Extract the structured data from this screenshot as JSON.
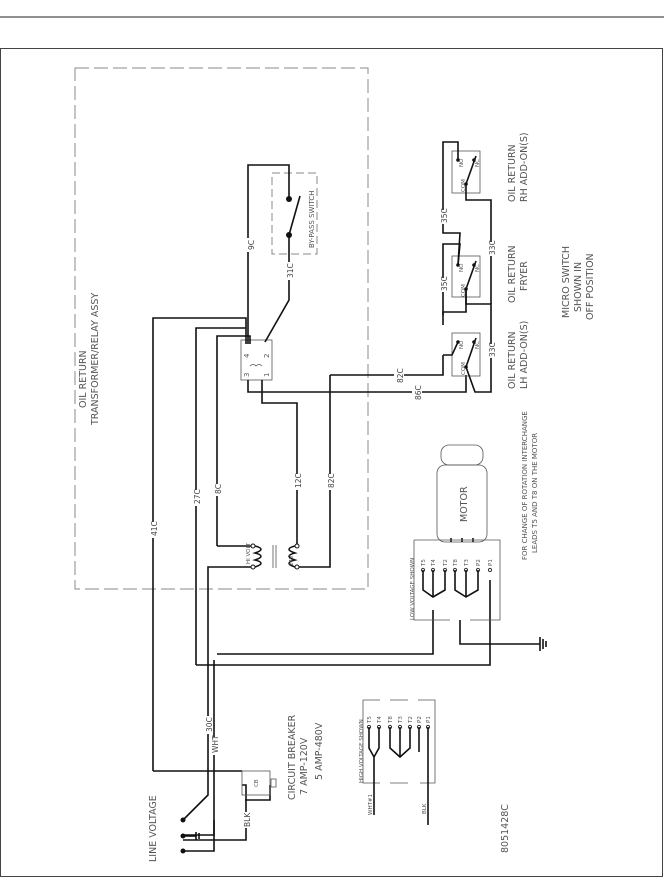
{
  "assembly": {
    "title_line1": "OIL RETURN",
    "title_line2": "TRANSFORMER/RELAY ASSY"
  },
  "bypass_switch": {
    "label": "BY-PASS SWITCH"
  },
  "relay": {
    "terminals": [
      "4",
      "2",
      "3",
      "1"
    ]
  },
  "transformer": {
    "primary": "HI VOLT",
    "secondary": "24V"
  },
  "wires": {
    "w9c": "9C",
    "w31c": "31C",
    "w41c": "41C",
    "w27c": "27C",
    "w8c": "8C",
    "w12c": "12C",
    "w82c": "82C",
    "w82c_h": "82C",
    "w86c": "86C",
    "w35c_a": "35C",
    "w35c_b": "35C",
    "w33c_a": "33C",
    "w33c_b": "33C",
    "w30c": "30C",
    "wht": "WHT",
    "blk": "BLK",
    "blk_hv": "BLK",
    "wht1": "WHT#1"
  },
  "micro_switches": [
    {
      "line1": "OIL RETURN",
      "line2": "LH ADD-ON(S)",
      "no": "NO",
      "nc": "NC",
      "com": "COM"
    },
    {
      "line1": "OIL RETURN",
      "line2": "FRYER",
      "no": "NO",
      "nc": "NC",
      "com": "COM"
    },
    {
      "line1": "OIL RETURN",
      "line2": "RH ADD-ON(S)",
      "no": "NO",
      "nc": "NC",
      "com": "COM"
    }
  ],
  "micro_note": {
    "line1": "MICRO SWITCH",
    "line2": "SHOWN IN",
    "line3": "OFF POSITION"
  },
  "motor": {
    "label": "MOTOR",
    "note_line1": "FOR CHANGE OF ROTATION INTERCHANGE",
    "note_line2": "LEADS T5 AND T8 ON THE MOTOR"
  },
  "low_voltage": {
    "title": "LOW VOLTAGE SHOWN",
    "terminals": [
      "T5",
      "T4",
      "T2",
      "T8",
      "T3",
      "P2",
      "P1"
    ]
  },
  "high_voltage": {
    "title": "HIGH VOLTAGE SHOWN",
    "terminals": [
      "T5",
      "T4",
      "T8",
      "T3",
      "T2",
      "P2",
      "P1"
    ]
  },
  "circuit_breaker": {
    "box": "CB",
    "line1": "CIRCUIT BREAKER",
    "line2": "7 AMP-120V",
    "line3": "5 AMP-480V"
  },
  "line_voltage": "LINE VOLTAGE",
  "drawing_number": "8051428C"
}
